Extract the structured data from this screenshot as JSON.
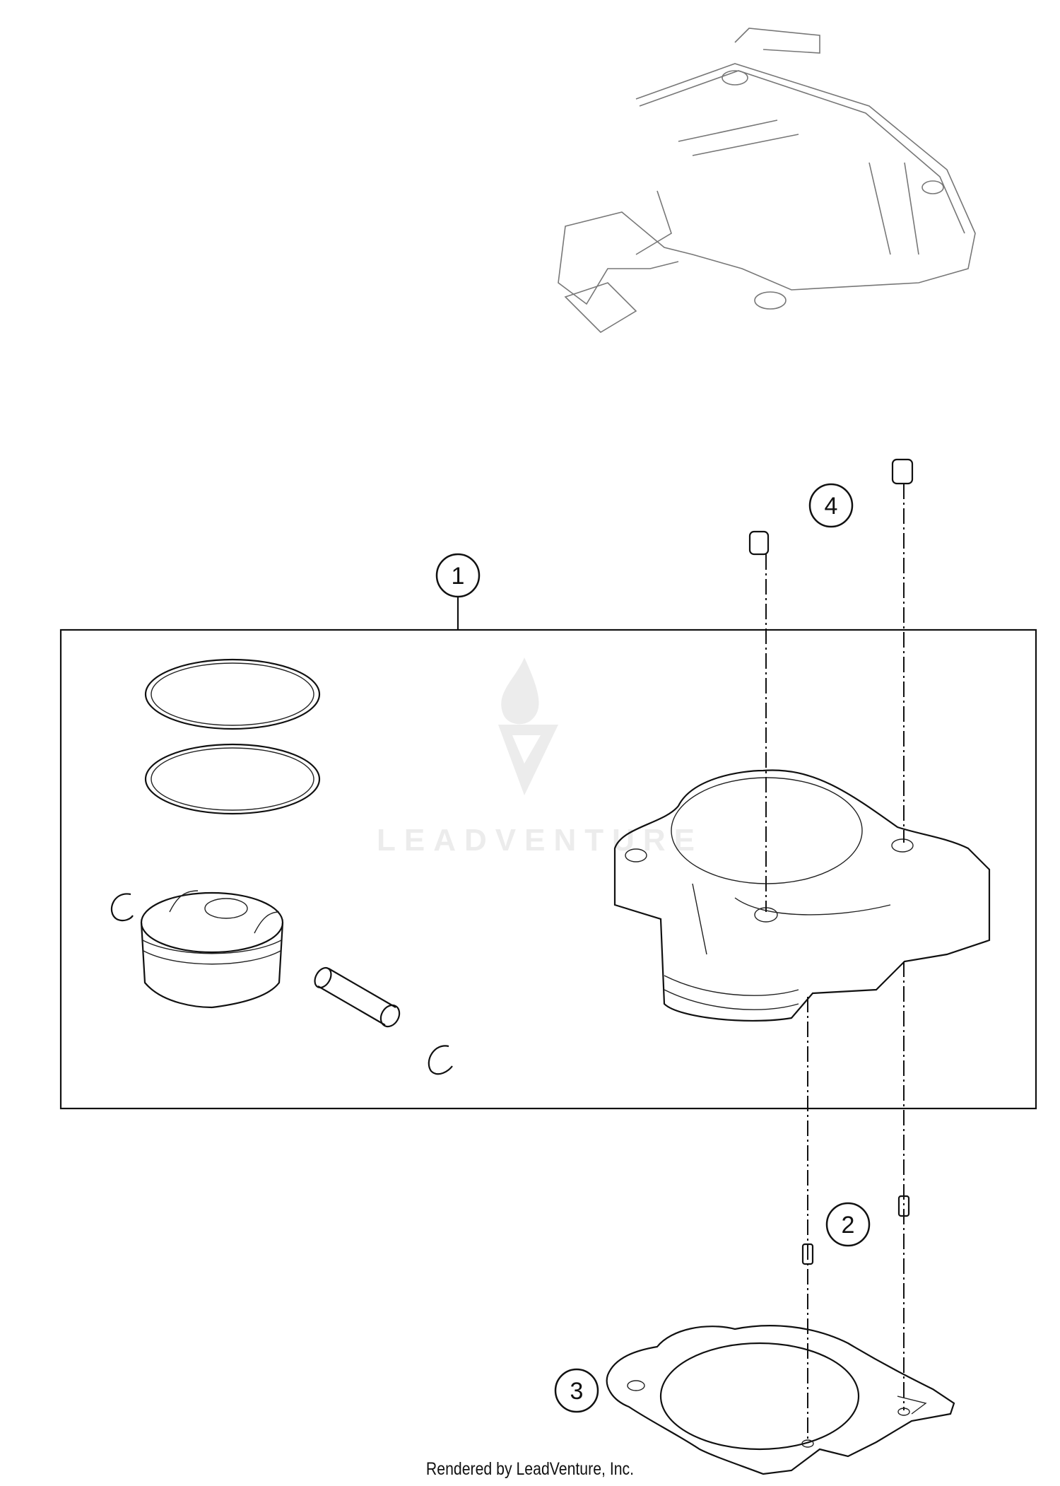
{
  "diagram": {
    "callouts": [
      {
        "number": "1",
        "part": "cylinder-kit"
      },
      {
        "number": "2",
        "part": "dowel-pin"
      },
      {
        "number": "3",
        "part": "cylinder-base-gasket"
      },
      {
        "number": "4",
        "part": "dowel-sleeve"
      }
    ],
    "watermark": "LEADVENTURE",
    "footer": "Rendered by LeadVenture, Inc."
  }
}
